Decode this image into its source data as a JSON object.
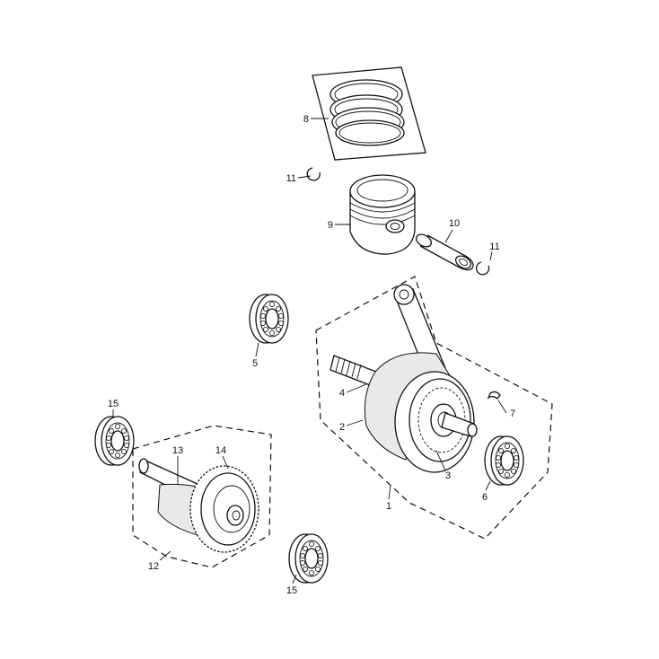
{
  "diagram": {
    "callouts": [
      {
        "id": "label-8",
        "text": "8"
      },
      {
        "id": "label-11a",
        "text": "11"
      },
      {
        "id": "label-9",
        "text": "9"
      },
      {
        "id": "label-10",
        "text": "10"
      },
      {
        "id": "label-11b",
        "text": "11"
      },
      {
        "id": "label-5",
        "text": "5"
      },
      {
        "id": "label-4",
        "text": "4"
      },
      {
        "id": "label-7",
        "text": "7"
      },
      {
        "id": "label-2",
        "text": "2"
      },
      {
        "id": "label-3",
        "text": "3"
      },
      {
        "id": "label-1",
        "text": "1"
      },
      {
        "id": "label-6",
        "text": "6"
      },
      {
        "id": "label-15a",
        "text": "15"
      },
      {
        "id": "label-13",
        "text": "13"
      },
      {
        "id": "label-14",
        "text": "14"
      },
      {
        "id": "label-12",
        "text": "12"
      },
      {
        "id": "label-15b",
        "text": "15"
      }
    ]
  }
}
